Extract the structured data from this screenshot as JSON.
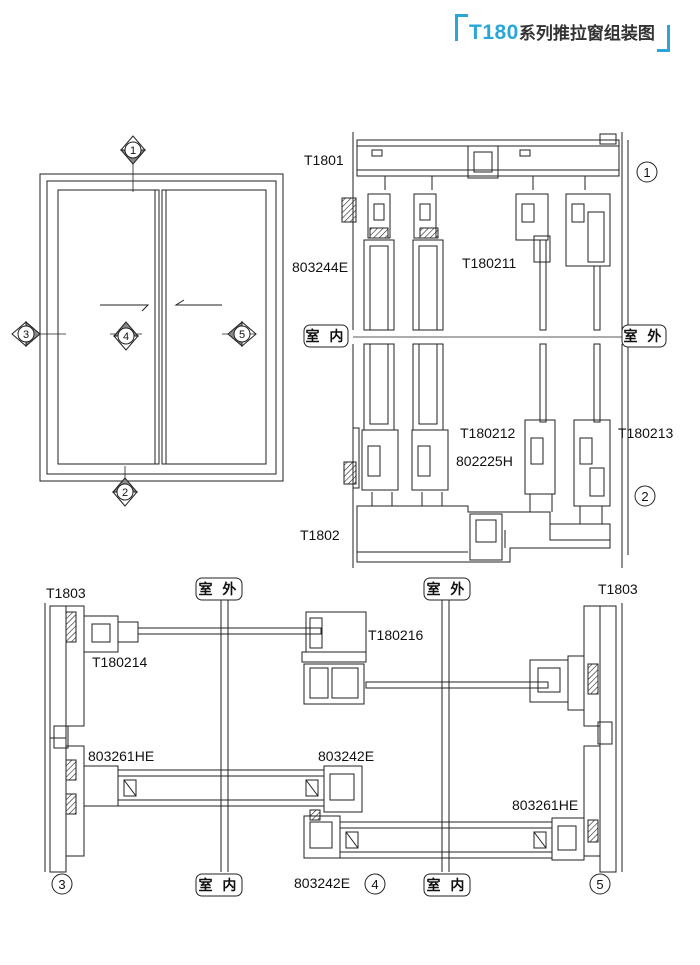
{
  "title": {
    "code": "T180",
    "name": "系列推拉窗组装图"
  },
  "elevation": {
    "markers": {
      "m1": "1",
      "m2": "2",
      "m3": "3",
      "m4": "4",
      "m5": "5"
    }
  },
  "vertical_section": {
    "labels": {
      "t1801": "T1801",
      "p803244e": "803244E",
      "t180211": "T180211",
      "t180212": "T180212",
      "p802225h": "802225H",
      "t180213": "T180213",
      "t1802": "T1802"
    },
    "circles": {
      "c1": "1",
      "c2": "2"
    },
    "rooms": {
      "inside": "室 内",
      "outside": "室 外"
    }
  },
  "horizontal_section": {
    "labels": {
      "t1803_left": "T1803",
      "t1803_right": "T1803",
      "t180214": "T180214",
      "t180216": "T180216",
      "p803261he_left": "803261HE",
      "p803242e_top": "803242E",
      "p803261he_right": "803261HE",
      "p803242e_bottom": "803242E"
    },
    "circles": {
      "c3": "3",
      "c4": "4",
      "c5": "5"
    },
    "rooms": {
      "outside_left": "室 外",
      "outside_right": "室 外",
      "inside_left": "室 内",
      "inside_right": "室 内"
    }
  }
}
